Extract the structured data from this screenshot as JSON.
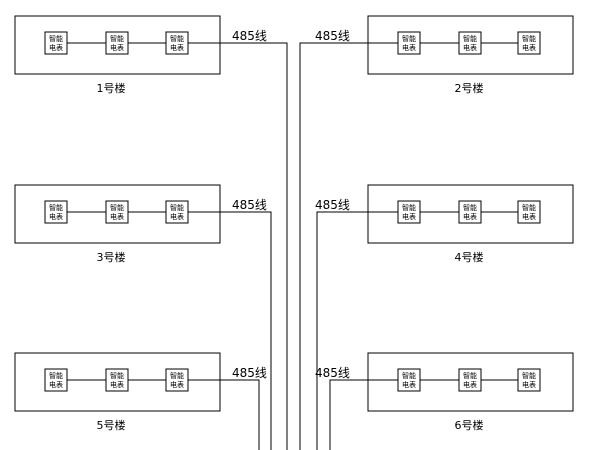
{
  "meter_label_lines": [
    "智能",
    "电表"
  ],
  "buildings": [
    {
      "label": "1号楼",
      "cable_label": "485线"
    },
    {
      "label": "2号楼",
      "cable_label": "485线"
    },
    {
      "label": "3号楼",
      "cable_label": "485线"
    },
    {
      "label": "4号楼",
      "cable_label": "485线"
    },
    {
      "label": "5号楼",
      "cable_label": "485线"
    },
    {
      "label": "6号楼",
      "cable_label": "485线"
    }
  ]
}
